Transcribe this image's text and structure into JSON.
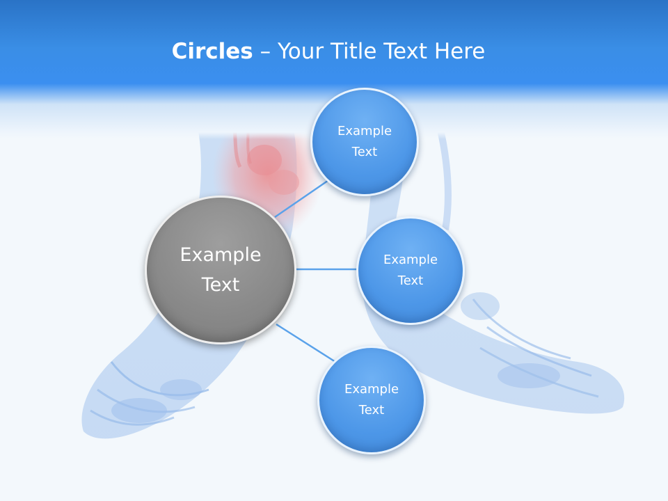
{
  "slide": {
    "title_bold": "Circles",
    "title_rest": " – Your Title Text Here"
  },
  "diagram": {
    "center": {
      "label": "Example\nText"
    },
    "nodes": [
      {
        "label": "Example\nText"
      },
      {
        "label": "Example\nText"
      },
      {
        "label": "Example\nText"
      }
    ]
  },
  "colors": {
    "header": "#3a8ee6",
    "center_circle": "#8c8c8c",
    "node_circle": "#4f98ea",
    "connector": "#5aa2ea",
    "background": "#f3f8fc"
  },
  "background_image": {
    "icon": "feet-anatomy-illustration"
  }
}
